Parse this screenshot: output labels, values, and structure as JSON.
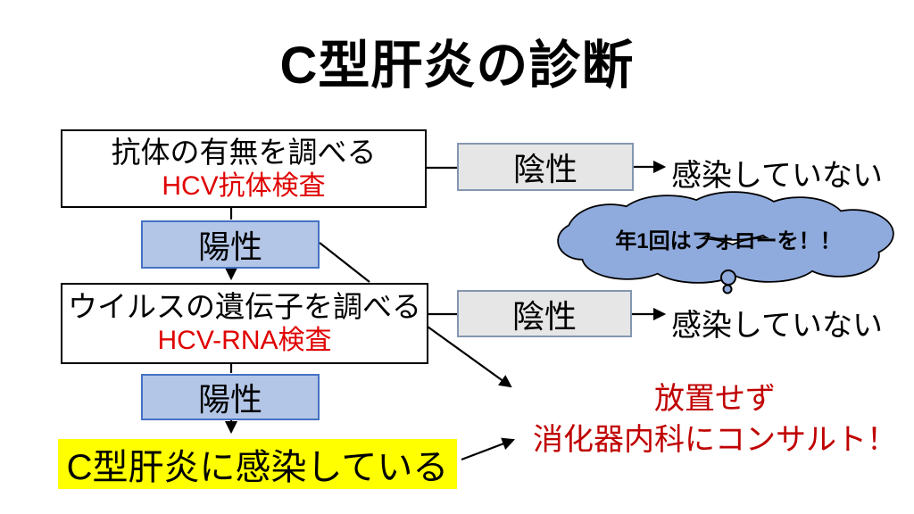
{
  "title": "C型肝炎の診断",
  "colors": {
    "yellow": "#ffff00",
    "red-label": "#e00000",
    "red-accent": "#c00000",
    "blue-fill": "#b4c6e7",
    "blue-border": "#4472c4",
    "gray-fill": "#e7e6e6",
    "gray-border": "#8496b0",
    "cloud-fill": "#8faadc"
  },
  "flow": {
    "step1": {
      "line1": "抗体の有無を調べる",
      "line2": "HCV抗体検査"
    },
    "step1_negative": {
      "label": "陰性",
      "result": "感染していない"
    },
    "step1_positive": {
      "label": "陽性"
    },
    "step2": {
      "line1": "ウイルスの遺伝子を調べる",
      "line2": "HCV-RNA検査"
    },
    "step2_negative": {
      "label": "陰性",
      "result": "感染していない"
    },
    "step2_positive": {
      "label": "陽性"
    },
    "final": {
      "label": "C型肝炎に感染している"
    },
    "consult": {
      "line1": "放置せず",
      "line2": "消化器内科にコンサルト！"
    },
    "cloud": {
      "text": "年1回はフォローを！！"
    }
  }
}
